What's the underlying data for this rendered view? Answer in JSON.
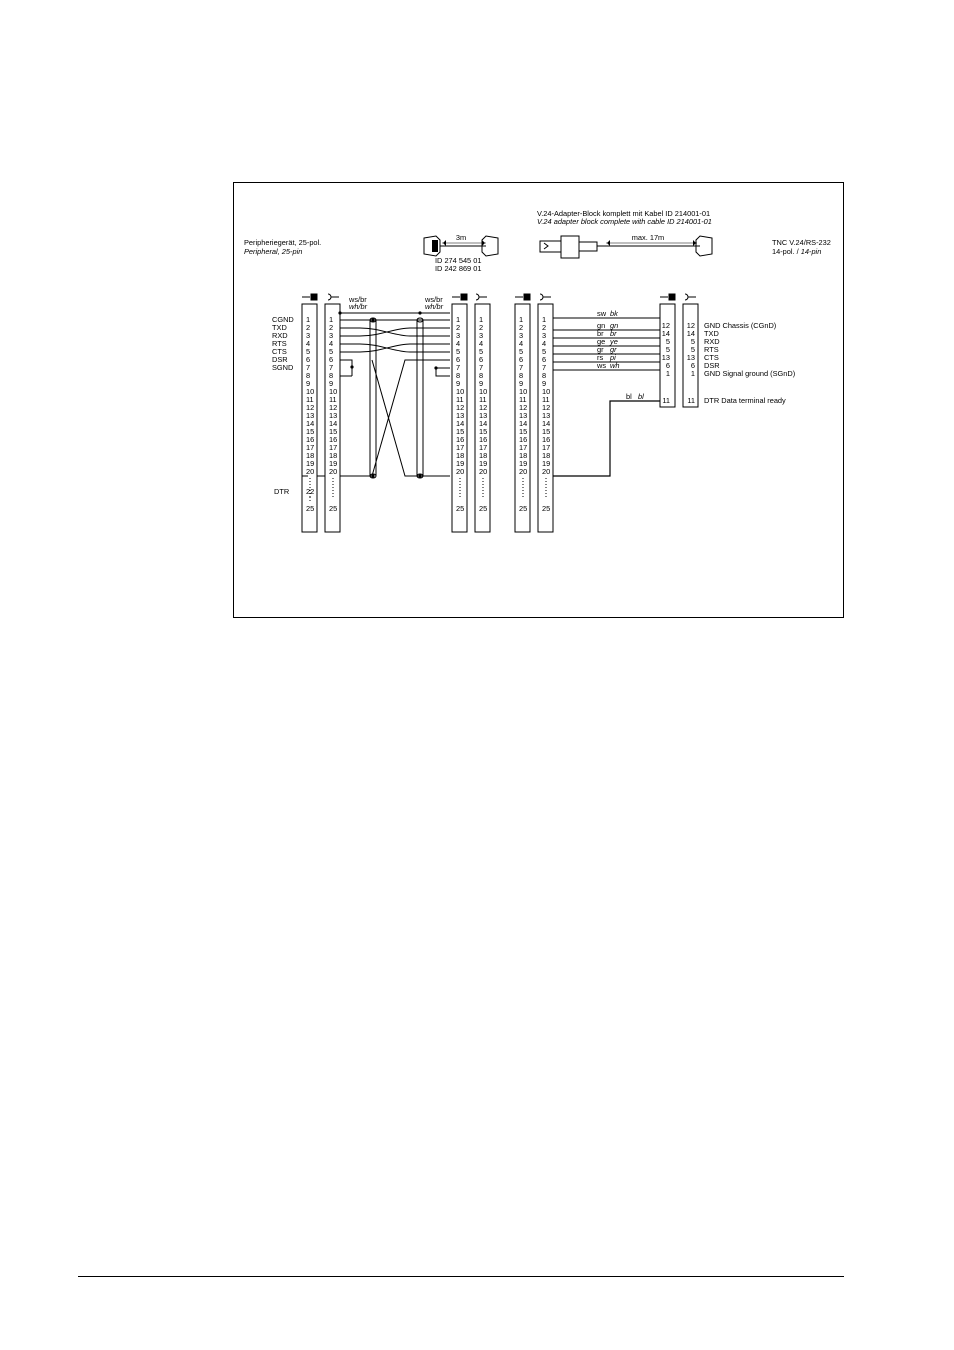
{
  "figure": {
    "adapter_title_de": "V.24-Adapter-Block komplett mit Kabel ID 214001-01",
    "adapter_title_en": "V.24 adapter block complete with cable ID 214001-01",
    "cable_length_short": "3m",
    "cable_length_long": "max. 17m",
    "cable_id_1": "ID 274 545 01",
    "cable_id_2": "ID 242 869 01",
    "peripheral_de": "Peripheriegerät, 25-pol.",
    "peripheral_en": "Peripheral, 25-pin",
    "tnc_title": "TNC V.24/RS-232",
    "tnc_pins_de": "14-pol. / ",
    "tnc_pins_en": "14-pin",
    "signals_left": [
      "CGND",
      "TXD",
      "RXD",
      "RTS",
      "CTS",
      "DSR",
      "SGND"
    ],
    "signal_dtr": "DTR",
    "wire_color_de": "ws/br",
    "wire_color_en": "wh/br",
    "pins_1_to_20": [
      "1",
      "2",
      "3",
      "4",
      "5",
      "6",
      "7",
      "8",
      "9",
      "10",
      "11",
      "12",
      "13",
      "14",
      "15",
      "16",
      "17",
      "18",
      "19",
      "20"
    ],
    "pins_22": "22",
    "pins_25": "25",
    "adapter_wires": [
      {
        "de": "sw",
        "en": "bk"
      },
      {
        "de": "gn",
        "en": "gn"
      },
      {
        "de": "br",
        "en": "br"
      },
      {
        "de": "ge",
        "en": "ye"
      },
      {
        "de": "gr",
        "en": "gr"
      },
      {
        "de": "rs",
        "en": "pi"
      },
      {
        "de": "ws",
        "en": "wh"
      }
    ],
    "dtr_wire": {
      "de": "bl",
      "en": "bl"
    },
    "tnc_in_pins": [
      "12",
      "14",
      "5",
      "5",
      "13",
      "6",
      "1"
    ],
    "tnc_out_pins": [
      "12",
      "14",
      "5",
      "5",
      "13",
      "6",
      "1"
    ],
    "tnc_dtr_pin": "11",
    "tnc_labels": [
      "GND Chassis (CGnD)",
      "TXD",
      "RXD",
      "RTS",
      "CTS",
      "DSR",
      "GND Signal ground (SGnD)"
    ],
    "tnc_dtr_label": "DTR Data terminal ready"
  }
}
